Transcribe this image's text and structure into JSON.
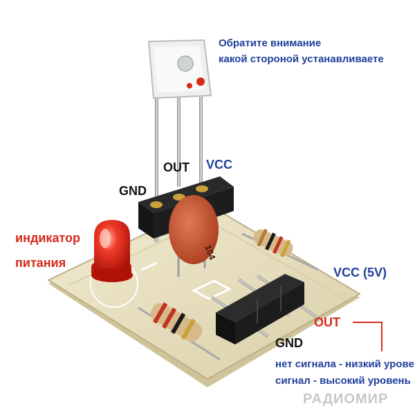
{
  "notes": {
    "line1": "Обратите внимание",
    "line2": "какой стороной устанавливаете"
  },
  "top_pins": {
    "out": "OUT",
    "vcc": "VCC",
    "gnd": "GND"
  },
  "indicator": {
    "line1": "индикатор",
    "line2": "питания"
  },
  "board": {
    "capacitor_code": "104"
  },
  "bottom_pins": {
    "vcc": "VCC (5V)",
    "out": "OUT",
    "gnd": "GND"
  },
  "output_desc": {
    "line1": "нет сигнала - низкий уровень",
    "line2": "сигнал - высокий уровень"
  },
  "watermark": "РАДИОМИР",
  "colors": {
    "label_blue": "#1f3f9a",
    "label_red": "#d42a1a",
    "pcb": "#e9e2c2",
    "led": "#e0201a",
    "capacitor": "#c9512f"
  }
}
